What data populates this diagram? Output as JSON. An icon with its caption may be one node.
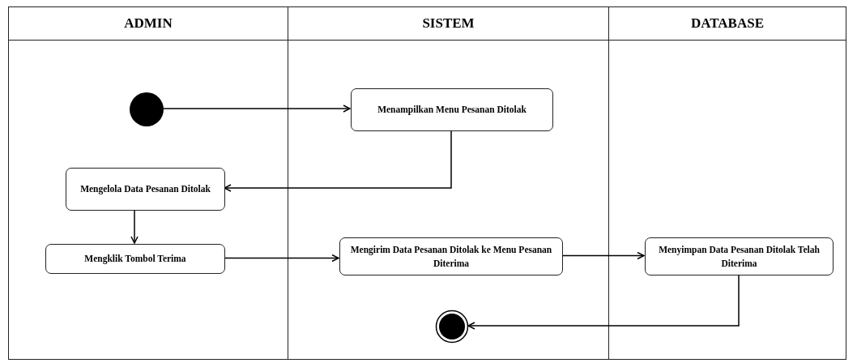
{
  "diagram": {
    "nodes": [
      {
        "text": [
          "ADMIN"
        ]
      },
      {
        "text": [
          "SISTEM"
        ]
      },
      {
        "text": [
          "DATABASE"
        ]
      },
      {
        "text": [],
        "shape": "circle",
        "in": 0
      },
      {
        "text": [
          "Menampilkan Menu Pesanan Ditolak"
        ],
        "in": 1
      },
      {
        "text": [
          "Mengelola Data Pesanan Ditolak"
        ],
        "in": 0
      },
      {
        "text": [
          "Mengklik Tombol Terima"
        ],
        "in": 0
      },
      {
        "text": [
          "Mengirim Data Pesanan Ditolak ke Menu Pesanan Diterima"
        ],
        "in": 1
      },
      {
        "text": [
          "Menyimpan Data Pesanan Ditolak Telah Diterima"
        ],
        "in": 2
      },
      {
        "text": [],
        "shape": "bullseye",
        "in": 1
      }
    ],
    "edges": [
      {
        "from": 3,
        "to": 4,
        "arrow": "to"
      },
      {
        "from": 4,
        "to": 5,
        "arrow": "to"
      },
      {
        "from": 5,
        "to": 6,
        "arrow": "to"
      },
      {
        "from": 6,
        "to": 7,
        "arrow": "to"
      },
      {
        "from": 7,
        "to": 8,
        "arrow": "to"
      },
      {
        "from": 8,
        "to": 9,
        "arrow": "to"
      }
    ]
  }
}
